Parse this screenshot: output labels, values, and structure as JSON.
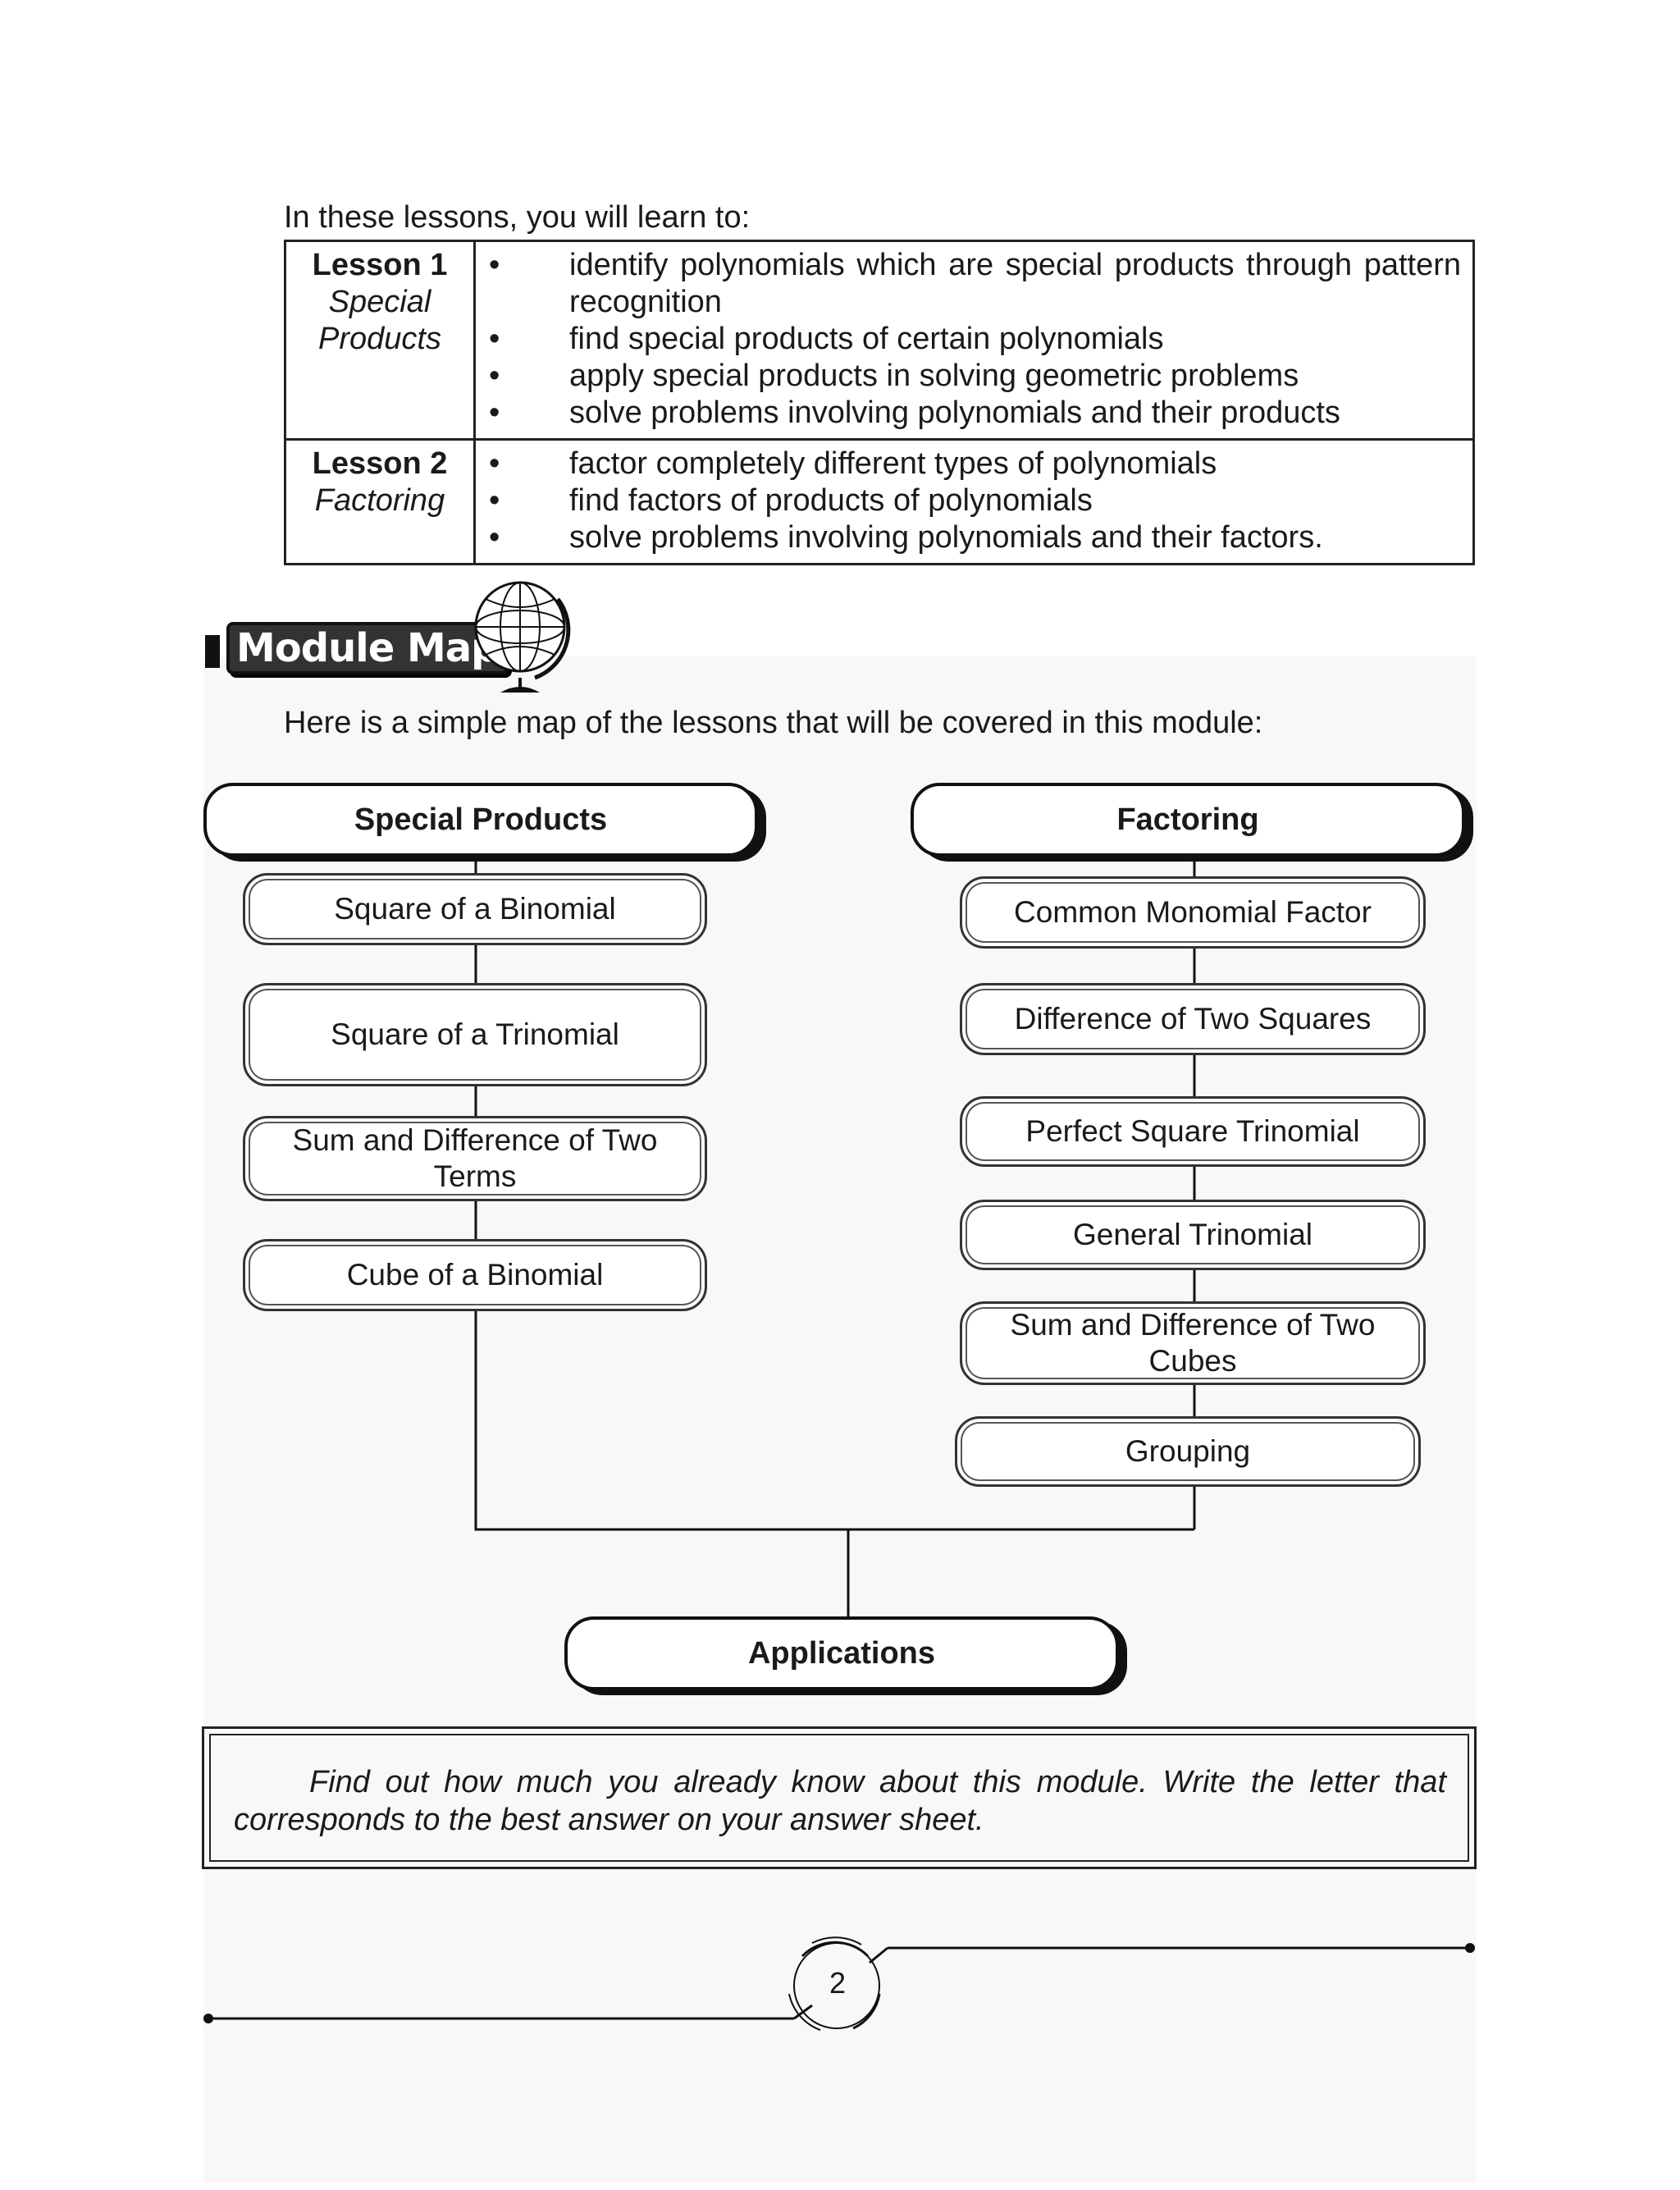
{
  "intro": "In these lessons, you will learn to:",
  "lessons": [
    {
      "number": "Lesson 1",
      "title_line1": "Special",
      "title_line2": "Products",
      "objectives": [
        "identify polynomials which are special products through pattern recognition",
        "find special products of certain polynomials",
        "apply special products in solving geometric problems",
        "solve problems involving polynomials and their products"
      ]
    },
    {
      "number": "Lesson 2",
      "title_line1": "Factoring",
      "objectives": [
        "factor completely different types of polynomials",
        "find factors of products of polynomials",
        "solve problems involving polynomials and their factors."
      ]
    }
  ],
  "module_map": {
    "label": "Module Map",
    "icon": "globe-icon",
    "intro": "Here is a simple map of the lessons that will be covered in this module:",
    "special_products": {
      "title": "Special Products",
      "items": [
        "Square of a Binomial",
        "Square of a Trinomial",
        "Sum and Difference of Two Terms",
        "Cube of a Binomial"
      ]
    },
    "factoring": {
      "title": "Factoring",
      "items": [
        "Common Monomial Factor",
        "Difference of Two Squares",
        "Perfect Square Trinomial",
        "General Trinomial",
        "Sum and Difference of Two Cubes",
        "Grouping"
      ]
    },
    "applications": "Applications"
  },
  "instruction": "Find out how much you already know about this module. Write the letter that corresponds to the best answer on your answer sheet.",
  "page_number": "2"
}
